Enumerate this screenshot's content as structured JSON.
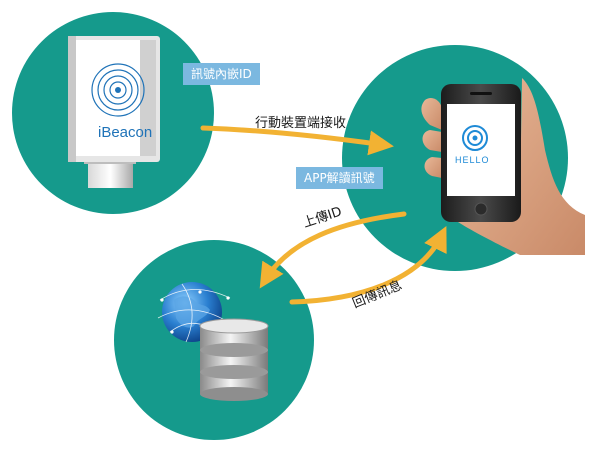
{
  "callouts": {
    "id_embedded": "訊號內嵌ID",
    "app_decode": "APP解讀訊號"
  },
  "arrows": {
    "receive": "行動裝置端接收",
    "upload": "上傳ID",
    "return": "回傳訊息"
  },
  "beacon": {
    "brand": "iBeacon"
  },
  "phone": {
    "screen_text": "HELLO"
  },
  "colors": {
    "circle": "#159a8c",
    "arrow": "#f2b233",
    "callout": "#7bb8e0",
    "beacon_blue": "#1f73b8"
  }
}
